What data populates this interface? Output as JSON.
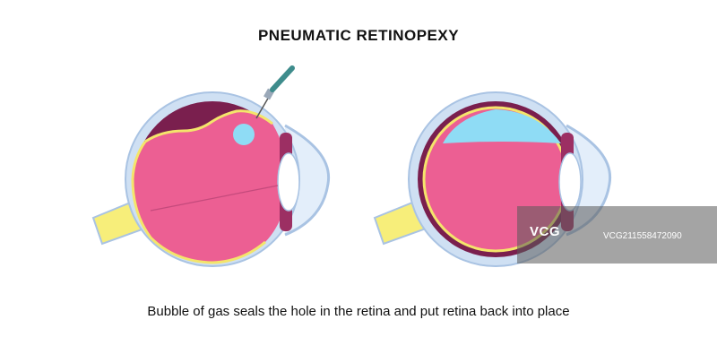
{
  "title": "PNEUMATIC RETINOPEXY",
  "caption": "Bubble of gas seals the hole in the retina and put retina back into place",
  "watermark": {
    "logo": "VCG",
    "id": "VCG211558472090"
  },
  "colors": {
    "sclera": "#cfe0f3",
    "sclera_edge": "#a9c3e3",
    "choroid": "#7a1f4e",
    "retina": "#f4e56b",
    "vitreous": "#ec5f93",
    "gas_bubble": "#8fdcf5",
    "optic_nerve": "#f7ee7a",
    "lens": "#ffffff",
    "needle": "#3e8c8c"
  },
  "icons": [
    "needle-icon",
    "gas-bubble-icon",
    "watermark-logo-icon"
  ]
}
